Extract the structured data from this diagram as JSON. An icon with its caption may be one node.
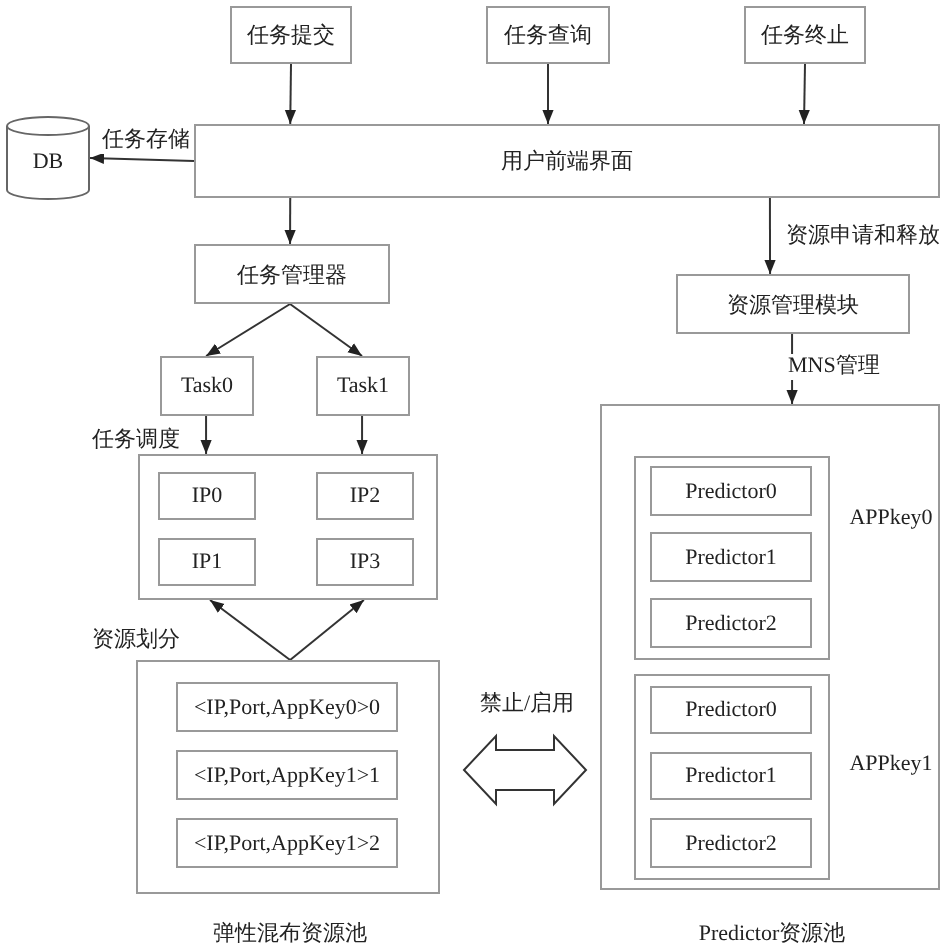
{
  "diagram": {
    "nodes": [
      {
        "text": [
          "任务提交"
        ]
      },
      {
        "text": [
          "任务查询"
        ]
      },
      {
        "text": [
          "任务终止"
        ]
      },
      {
        "text": [
          "DB"
        ]
      },
      {
        "text": [
          "用户前端界面"
        ]
      },
      {
        "text": [
          "任务管理器"
        ]
      },
      {
        "text": [
          "资源管理模块"
        ]
      },
      {
        "text": [
          "Task0"
        ]
      },
      {
        "text": [
          "Task1"
        ]
      },
      {
        "text": [],
        "shape": "box"
      },
      {
        "text": [
          "IP0"
        ],
        "in": 9
      },
      {
        "text": [
          "IP2"
        ],
        "in": 9
      },
      {
        "text": [
          "IP1"
        ],
        "in": 9
      },
      {
        "text": [
          "IP3"
        ],
        "in": 9
      },
      {
        "text": [
          "弹性混布资源池"
        ]
      },
      {
        "text": [
          "<IP,Port,AppKey0>0"
        ],
        "in": 14
      },
      {
        "text": [
          "<IP,Port,AppKey1>1"
        ],
        "in": 14
      },
      {
        "text": [
          "<IP,Port,AppKey1>2"
        ],
        "in": 14
      },
      {
        "text": [
          "Predictor资源池"
        ]
      },
      {
        "text": [
          "APPkey0"
        ],
        "in": 18
      },
      {
        "text": [
          "Predictor0"
        ],
        "in": 19
      },
      {
        "text": [
          "Predictor1"
        ],
        "in": 19
      },
      {
        "text": [
          "Predictor2"
        ],
        "in": 19
      },
      {
        "text": [
          "APPkey1"
        ],
        "in": 18
      },
      {
        "text": [
          "Predictor0"
        ],
        "in": 23
      },
      {
        "text": [
          "Predictor1"
        ],
        "in": 23
      },
      {
        "text": [
          "Predictor2"
        ],
        "in": 23
      }
    ],
    "edges": [
      {
        "from": 0,
        "to": 4,
        "arrow": "to"
      },
      {
        "from": 1,
        "to": 4,
        "arrow": "to"
      },
      {
        "from": 2,
        "to": 4,
        "arrow": "to"
      },
      {
        "from": 4,
        "to": 3,
        "arrow": "to",
        "label": "任务存储"
      },
      {
        "from": 4,
        "to": 5,
        "arrow": "to"
      },
      {
        "from": 4,
        "to": 6,
        "arrow": "to",
        "label": "资源申请和释放"
      },
      {
        "from": 6,
        "to": 18,
        "arrow": "to",
        "label": "MNS管理"
      },
      {
        "from": 5,
        "to": 7,
        "arrow": "to"
      },
      {
        "from": 5,
        "to": 8,
        "arrow": "to"
      },
      {
        "from": 7,
        "to": 9,
        "arrow": "to",
        "label": "任务调度"
      },
      {
        "from": 8,
        "to": 9,
        "arrow": "to"
      },
      {
        "from": 14,
        "to": 9,
        "arrow": "to",
        "label": "资源划分"
      },
      {
        "from": 14,
        "to": 9,
        "arrow": "to"
      },
      {
        "from": 14,
        "to": 18,
        "arrow": "both",
        "label": "禁止/启用"
      }
    ]
  }
}
